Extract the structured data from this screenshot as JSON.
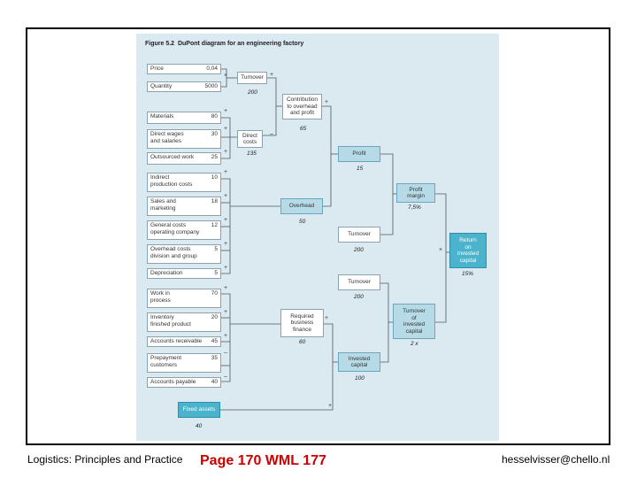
{
  "figure": {
    "label": "Figure 5.2",
    "title": "DuPont diagram for an engineering factory"
  },
  "inputs": [
    {
      "label": "Price",
      "value": "0,04",
      "op": ""
    },
    {
      "label": "Quantity",
      "value": "5000",
      "op": ""
    },
    {
      "label": "Materials",
      "value": "80",
      "op": "+"
    },
    {
      "label": "Direct wages\nand salaries",
      "value": "30",
      "op": "+"
    },
    {
      "label": "Outsourced work",
      "value": "25",
      "op": "+"
    },
    {
      "label": "Indirect\nproduction costs",
      "value": "10",
      "op": "+"
    },
    {
      "label": "Sales and\nmarketing",
      "value": "18",
      "op": "+"
    },
    {
      "label": "General costs\noperating company",
      "value": "12",
      "op": "+"
    },
    {
      "label": "Overhead costs\ndivision and group",
      "value": "5",
      "op": "+"
    },
    {
      "label": "Depreciation",
      "value": "5",
      "op": "+"
    },
    {
      "label": "Work in\nprocess",
      "value": "70",
      "op": "+"
    },
    {
      "label": "Inventory\nfinished product",
      "value": "20",
      "op": "+"
    },
    {
      "label": "Accounts receivable",
      "value": "45",
      "op": "+"
    },
    {
      "label": "Prepayment\ncustomers",
      "value": "35",
      "op": "–"
    },
    {
      "label": "Accounts payable",
      "value": "40",
      "op": "–"
    }
  ],
  "nodes": {
    "turnover_top": {
      "label": "Turnover",
      "value": "200"
    },
    "contribution": {
      "label": "Contribution\nto overhead\nand profit",
      "value": "65"
    },
    "direct_costs": {
      "label": "Direct\ncosts",
      "value": "135"
    },
    "profit": {
      "label": "Profit",
      "value": "15"
    },
    "profit_margin": {
      "label": "Profit\nmargin",
      "value": "7,5%"
    },
    "overhead": {
      "label": "Overhead",
      "value": "50"
    },
    "turnover_mid": {
      "label": "Turnover",
      "value": "200"
    },
    "roic": {
      "label": "Return\non\ninvested\ncapital",
      "value": "15%"
    },
    "turnover_low": {
      "label": "Turnover",
      "value": "200"
    },
    "capital_turnover": {
      "label": "Turnover\nof\ninvested\ncapital",
      "value": "2 x"
    },
    "required_finance": {
      "label": "Required\nbusiness\nfinance",
      "value": "60"
    },
    "invested_capital": {
      "label": "Invested\ncapital",
      "value": "100"
    },
    "fixed_assets": {
      "label": "Fixed assets",
      "value": "40"
    }
  },
  "operators": {
    "multiply": "×",
    "plus": "+",
    "minus": "–"
  },
  "footer": {
    "left": "Logistics: Principles and Practice",
    "center": "Page 170 WML 177",
    "right": "hesselvisser@chello.nl"
  },
  "colors": {
    "panel": "#dbe9f1",
    "node_light": "#b7dbe6",
    "node_dark": "#4bb3cc",
    "footer_center": "#cc0000"
  }
}
